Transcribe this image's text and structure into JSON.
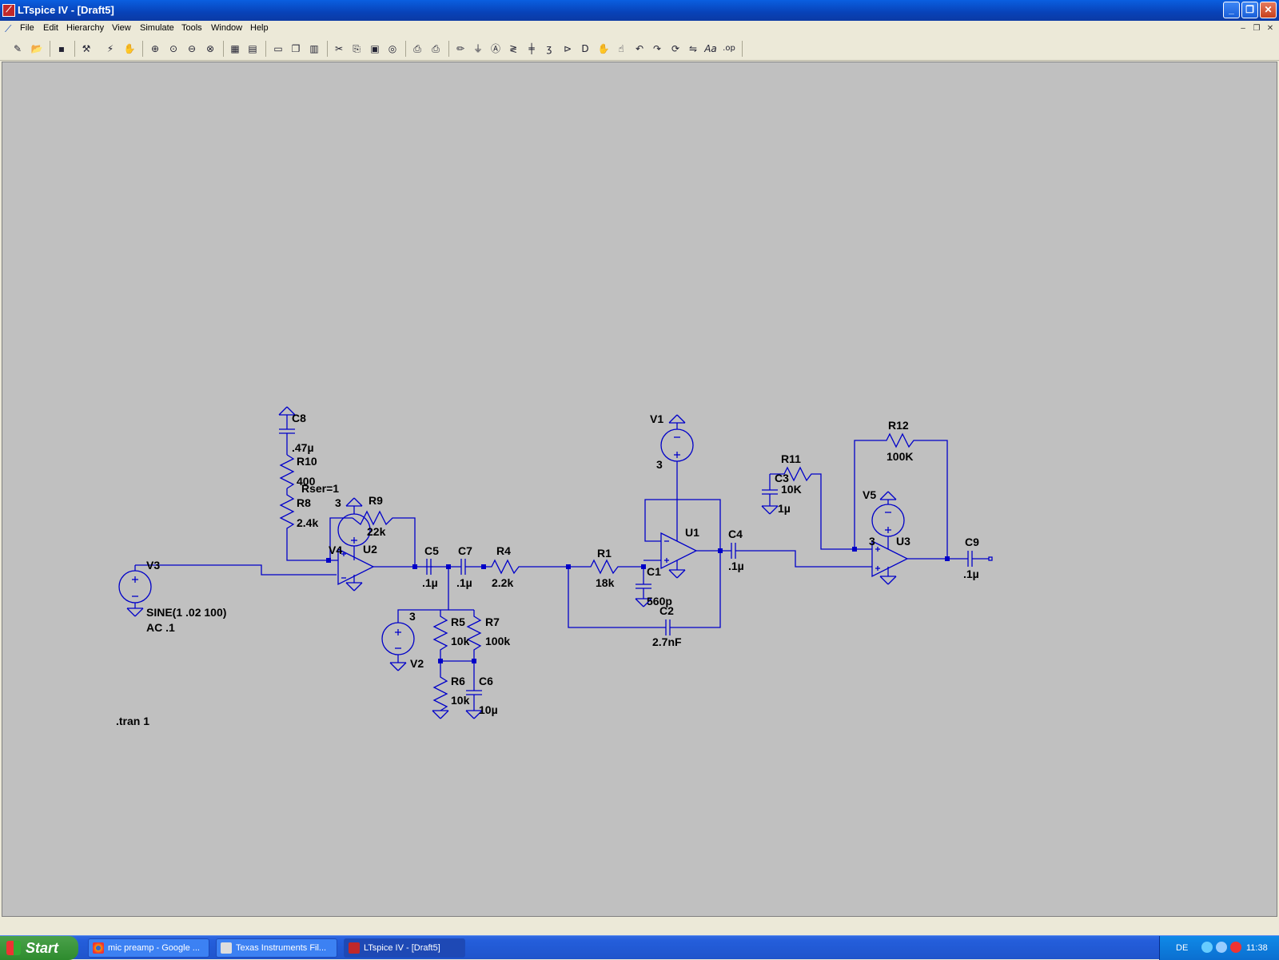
{
  "window": {
    "title": "LTspice IV - [Draft5]",
    "app_icon": "ltspice-app-icon"
  },
  "menu": [
    "File",
    "Edit",
    "Hierarchy",
    "View",
    "Simulate",
    "Tools",
    "Window",
    "Help"
  ],
  "toolbar": [
    "new-schematic-icon",
    "open-icon",
    "save-icon",
    "control-panel-icon",
    "run-icon",
    "halt-icon",
    "zoom-in-icon",
    "pan-icon",
    "zoom-out-icon",
    "zoom-fit-icon",
    "autoscale-icon",
    "grid-icon",
    "tile-horizontal-icon",
    "cascade-icon",
    "tile-vertical-icon",
    "cut-icon",
    "copy-icon",
    "paste-icon",
    "find-icon",
    "print-setup-icon",
    "print-icon",
    "draw-wire-icon",
    "ground-icon",
    "label-net-icon",
    "resistor-icon",
    "capacitor-icon",
    "inductor-icon",
    "diode-icon",
    "component-icon",
    "move-icon",
    "drag-icon",
    "undo-icon",
    "redo-icon",
    "rotate-icon",
    "mirror-icon",
    "text-icon",
    "spice-directive-icon"
  ],
  "schematic": {
    "components": [
      {
        "name": "V3",
        "value": "SINE(1 .02 100)",
        "value2": "AC .1"
      },
      {
        "name": "V4",
        "value": ""
      },
      {
        "name": "C8",
        "value": ".47µ"
      },
      {
        "name": "R10",
        "value": "400",
        "value2": "Rser=1"
      },
      {
        "name": "R8",
        "value": "2.4k"
      },
      {
        "name": "R9",
        "value": "22k"
      },
      {
        "name": "U2",
        "value": "3"
      },
      {
        "name": "C5",
        "value": ".1µ"
      },
      {
        "name": "C7",
        "value": ".1µ"
      },
      {
        "name": "R4",
        "value": "2.2k"
      },
      {
        "name": "V2",
        "value": "3"
      },
      {
        "name": "R5",
        "value": "10k"
      },
      {
        "name": "R7",
        "value": "100k"
      },
      {
        "name": "R6",
        "value": "10k"
      },
      {
        "name": "C6",
        "value": "10µ"
      },
      {
        "name": "R1",
        "value": "18k"
      },
      {
        "name": "C1",
        "value": "560p"
      },
      {
        "name": "C2",
        "value": "2.7nF"
      },
      {
        "name": "V1",
        "value": "3"
      },
      {
        "name": "U1",
        "value": ""
      },
      {
        "name": "C4",
        "value": ".1µ"
      },
      {
        "name": "R11",
        "value": "10K"
      },
      {
        "name": "C3",
        "value": "1µ"
      },
      {
        "name": "R12",
        "value": "100K"
      },
      {
        "name": "V5",
        "value": "3"
      },
      {
        "name": "U3",
        "value": ""
      },
      {
        "name": "C9",
        "value": ".1µ"
      }
    ],
    "directive": ".tran 1",
    "wire_color": "#0000c8"
  },
  "taskbar": {
    "start": "Start",
    "tasks": [
      {
        "label": "mic preamp - Google ...",
        "icon": "chrome-icon"
      },
      {
        "label": "Texas Instruments Fil...",
        "icon": "ti-filter-icon"
      },
      {
        "label": "LTspice IV - [Draft5]",
        "icon": "ltspice-icon"
      }
    ],
    "language": "DE",
    "time": "11:38"
  }
}
